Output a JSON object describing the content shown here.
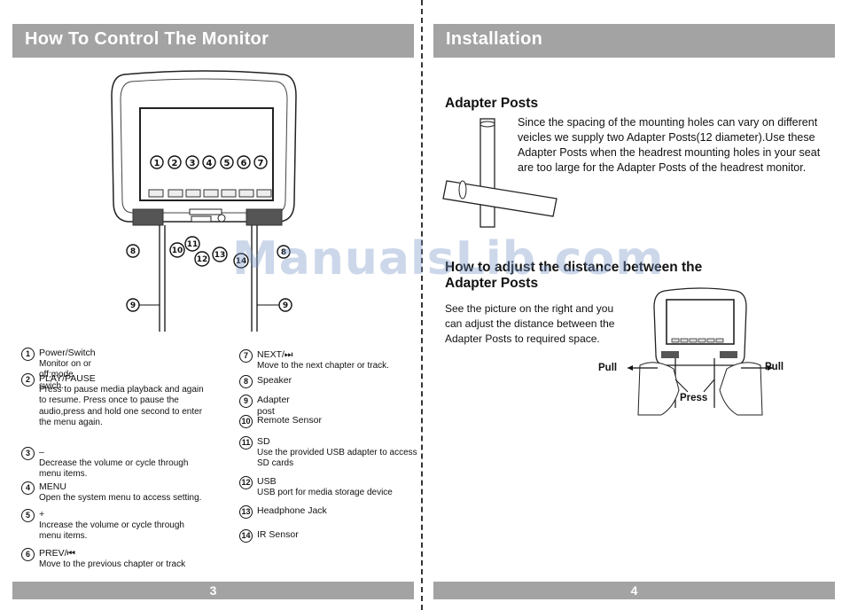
{
  "left_page": {
    "header": "How To Control The Monitor",
    "page_number": "3",
    "legend": [
      {
        "num": "1",
        "title": "Power/Switch",
        "desc": "Monitor on or off;mode swich."
      },
      {
        "num": "2",
        "title": "PLAY/PAUSE",
        "desc": "Press to pause media playback and again to resume. Press once to pause the audio,press and hold one second to enter the menu again."
      },
      {
        "num": "3",
        "title": "–",
        "desc": "Decrease the volume or cycle through menu items."
      },
      {
        "num": "4",
        "title": "MENU",
        "desc": "Open the system menu to access setting."
      },
      {
        "num": "5",
        "title": "+",
        "desc": "Increase the volume or cycle through menu items."
      },
      {
        "num": "6",
        "title": "PREV/⏮",
        "desc": "Move to the previous chapter or track"
      },
      {
        "num": "7",
        "title": "NEXT/⏭",
        "desc": "Move to the next chapter or track."
      },
      {
        "num": "8",
        "title": "Speaker",
        "desc": ""
      },
      {
        "num": "9",
        "title": "Adapter post",
        "desc": ""
      },
      {
        "num": "10",
        "title": "Remote  Sensor",
        "desc": ""
      },
      {
        "num": "11",
        "title": "SD",
        "desc": "Use the provided USB adapter to access SD cards"
      },
      {
        "num": "12",
        "title": "USB",
        "desc": "USB port for media storage device"
      },
      {
        "num": "13",
        "title": "Headphone Jack",
        "desc": ""
      },
      {
        "num": "14",
        "title": "IR Sensor",
        "desc": ""
      }
    ]
  },
  "right_page": {
    "header": "Installation",
    "page_number": "4",
    "adapter_posts_title": "Adapter Posts",
    "adapter_posts_text": "Since the spacing of the mounting holes can vary on different veicles we supply two Adapter Posts(12 diameter).Use these Adapter Posts when the headrest mounting holes in your seat are too large for the Adapter Posts of the headrest monitor.",
    "adjust_title": "How to adjust the distance between the Adapter Posts",
    "adjust_text": "See the picture on the right and you can adjust the distance between the Adapter Posts to required space.",
    "pull_left": "Pull",
    "pull_right": "Pull",
    "press": "Press"
  },
  "watermark": "ManualsLib.com"
}
